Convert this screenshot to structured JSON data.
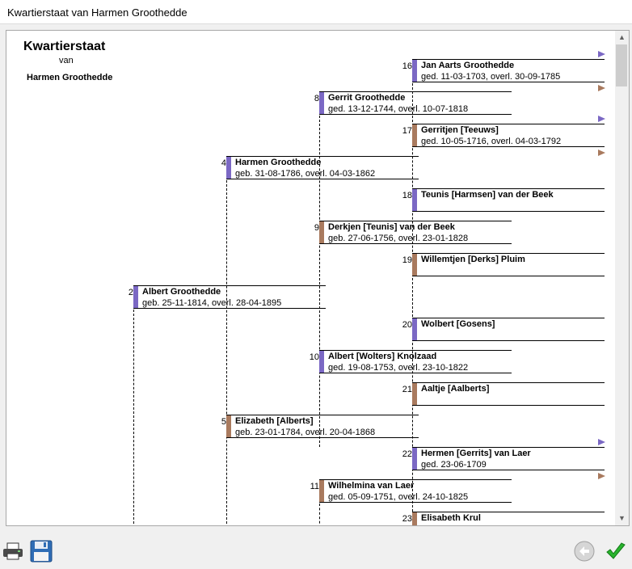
{
  "window": {
    "title": "Kwartierstaat van Harmen Groothedde"
  },
  "header": {
    "title": "Kwartierstaat",
    "van": "van",
    "subject": "Harmen Groothedde"
  },
  "colors": {
    "male": "#7b68c4",
    "female": "#a97a5e"
  },
  "persons": [
    {
      "num": "16",
      "name": "Jan Aarts Groothedde",
      "dates": "ged. 11-03-1703, overl. 30-09-1785",
      "sex": "male"
    },
    {
      "num": "8",
      "name": "Gerrit Groothedde",
      "dates": "ged. 13-12-1744, overl. 10-07-1818",
      "sex": "male"
    },
    {
      "num": "17",
      "name": "Gerritjen [Teeuws]",
      "dates": "ged. 10-05-1716, overl. 04-03-1792",
      "sex": "female"
    },
    {
      "num": "4",
      "name": "Harmen Groothedde",
      "dates": "geb. 31-08-1786, overl. 04-03-1862",
      "sex": "male"
    },
    {
      "num": "18",
      "name": "Teunis [Harmsen] van der Beek",
      "dates": "",
      "sex": "male"
    },
    {
      "num": "9",
      "name": "Derkjen [Teunis] van der Beek",
      "dates": "geb. 27-06-1756, overl. 23-01-1828",
      "sex": "female"
    },
    {
      "num": "19",
      "name": "Willemtjen [Derks] Pluim",
      "dates": "",
      "sex": "female"
    },
    {
      "num": "2",
      "name": "Albert Groothedde",
      "dates": "geb. 25-11-1814, overl. 28-04-1895",
      "sex": "male"
    },
    {
      "num": "20",
      "name": "Wolbert [Gosens]",
      "dates": "",
      "sex": "male"
    },
    {
      "num": "10",
      "name": "Albert [Wolters] Knolzaad",
      "dates": "ged. 19-08-1753, overl. 23-10-1822",
      "sex": "male"
    },
    {
      "num": "21",
      "name": "Aaltje [Aalberts]",
      "dates": "",
      "sex": "female"
    },
    {
      "num": "5",
      "name": "Elizabeth [Alberts]",
      "dates": "geb. 23-01-1784, overl. 20-04-1868",
      "sex": "female"
    },
    {
      "num": "22",
      "name": "Hermen [Gerrits] van Laer",
      "dates": "ged. 23-06-1709",
      "sex": "male"
    },
    {
      "num": "11",
      "name": "Wilhelmina van Laer",
      "dates": "ged. 05-09-1751, overl. 24-10-1825",
      "sex": "female"
    },
    {
      "num": "23",
      "name": "Elisabeth Krul",
      "dates": "",
      "sex": "female"
    }
  ],
  "icons": {
    "print": "printer-icon",
    "save": "floppy-save-icon",
    "back": "back-arrow-icon",
    "ok": "checkmark-icon"
  }
}
